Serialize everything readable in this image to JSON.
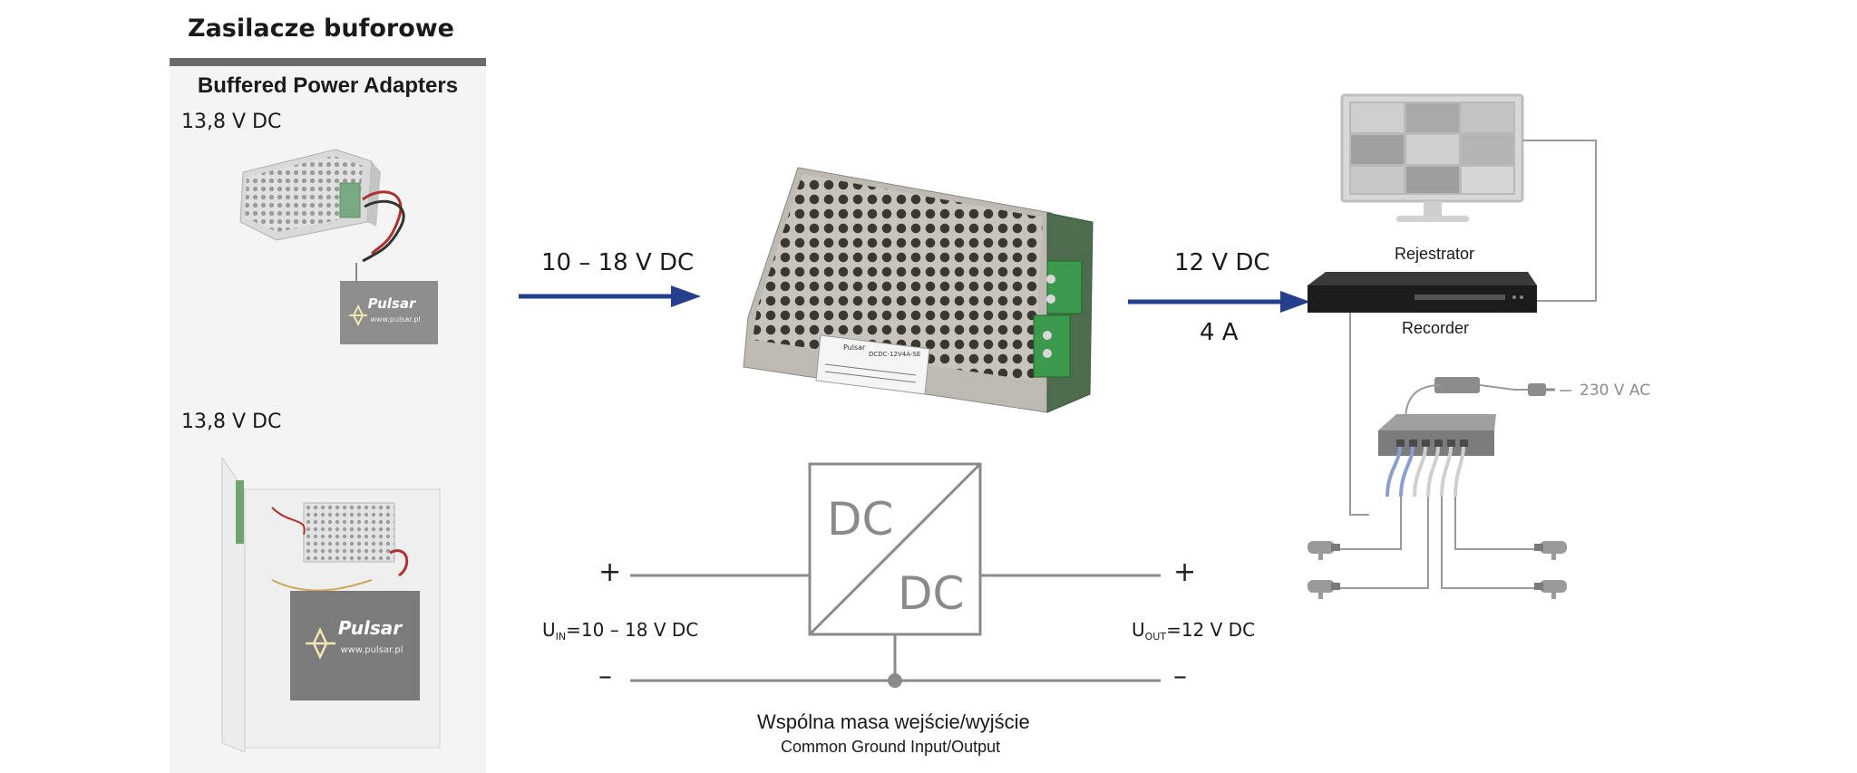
{
  "header": {
    "title_pl": "Zasilacze buforowe",
    "title_en": "Buffered Power Adapters"
  },
  "left_panel": {
    "top_voltage": "13,8 V DC",
    "bottom_voltage": "13,8 V DC",
    "logo_text": "Pulsar",
    "logo_url": "www.pulsar.pl"
  },
  "input": {
    "voltage_range": "10 – 18 V DC",
    "u_symbol": "U",
    "u_sub": "IN",
    "u_value": "=10 – 18 V DC",
    "plus": "+",
    "minus": "–"
  },
  "output": {
    "voltage": "12 V DC",
    "current": "4 A",
    "u_symbol": "U",
    "u_sub": "OUT",
    "u_value": "=12 V DC",
    "plus": "+",
    "minus": "–"
  },
  "converter": {
    "top_label": "DC",
    "bottom_label": "DC",
    "product_brand": "Pulsar",
    "product_model": "DCDC-12V4A-SE"
  },
  "ground": {
    "label_pl": "Wspólna masa wejście/wyjście",
    "label_en": "Common Ground Input/Output"
  },
  "cctv": {
    "recorder_pl": "Rejestrator",
    "recorder_en": "Recorder",
    "mains": "230 V AC"
  },
  "colors": {
    "arrow": "#263f8c",
    "diagram_line": "#8a8a8a",
    "panel_bg": "#f4f4f4",
    "panel_bar": "#6a6a6a"
  }
}
